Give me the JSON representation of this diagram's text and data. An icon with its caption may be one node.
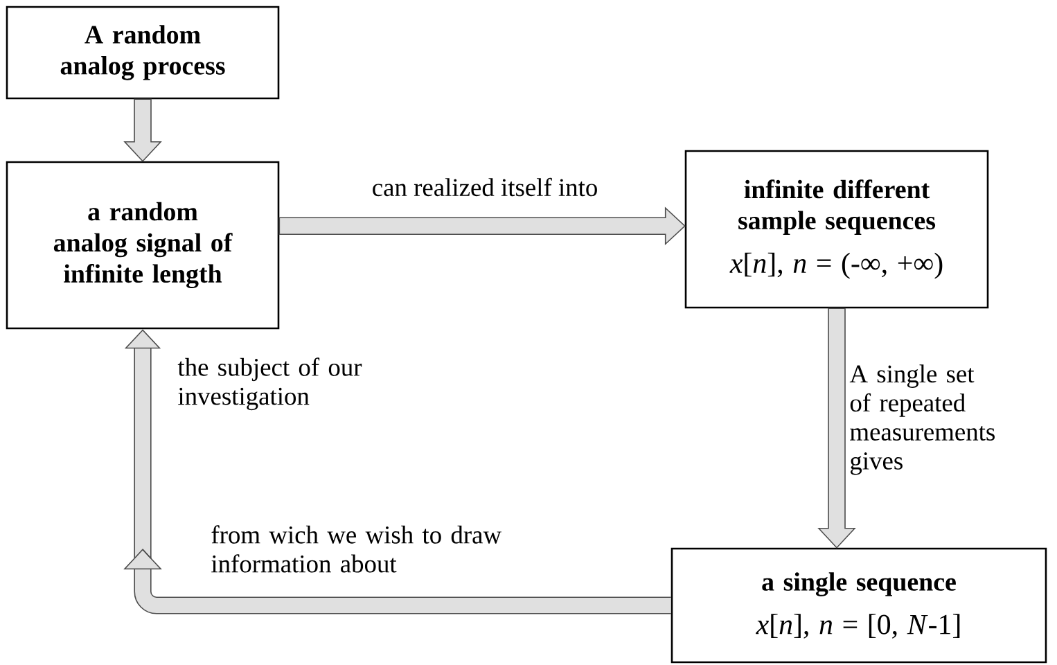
{
  "diagram": {
    "nodes": [
      {
        "text": [
          "A random analog process"
        ]
      },
      {
        "text": [
          "a random analog signal of infinite length"
        ]
      },
      {
        "text": [
          "infinite different sample sequences",
          "*x*[*n*], *n* = (-∞, +∞)"
        ]
      },
      {
        "text": [
          "a single sequence",
          "*x*[*n*], *n* = [0, *N*-1]"
        ]
      }
    ],
    "edges": [
      {
        "from": 0,
        "to": 1,
        "arrow": "to"
      },
      {
        "from": 1,
        "to": 2,
        "arrow": "to",
        "label": "can realized itself into"
      },
      {
        "from": 2,
        "to": 3,
        "arrow": "to",
        "label": "A single set of repeated measurements gives"
      },
      {
        "from": 3,
        "to": 1,
        "arrow": "to",
        "label": "from wich we wish to draw information about"
      }
    ],
    "labels": [
      "the subject of our investigation"
    ]
  }
}
